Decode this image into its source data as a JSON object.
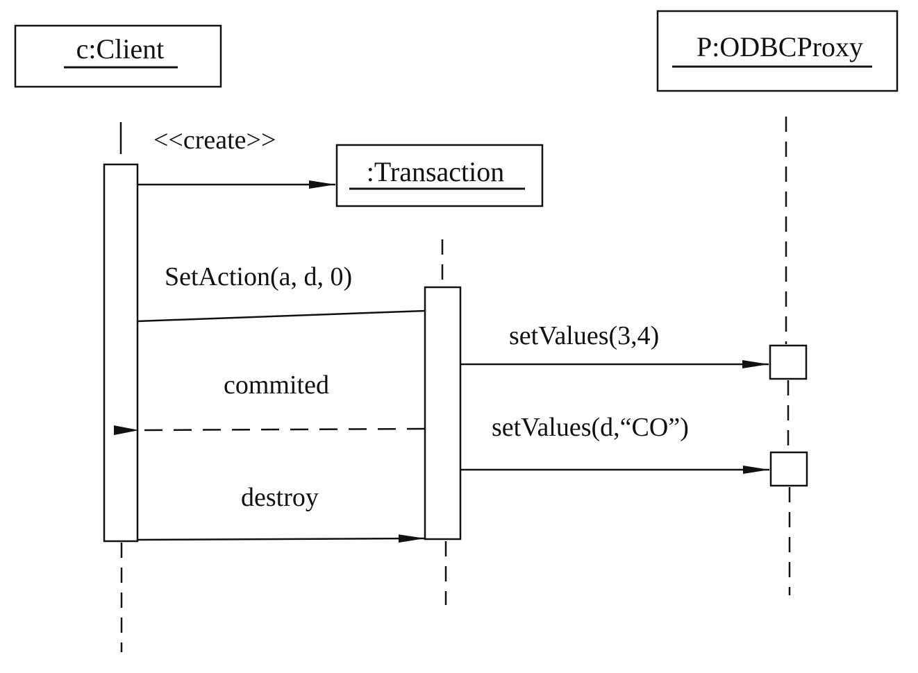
{
  "objects": {
    "client": {
      "label": "c:Client"
    },
    "transaction": {
      "label": ":Transaction"
    },
    "proxy": {
      "label": "P:ODBCProxy"
    }
  },
  "messages": {
    "create": {
      "label": "<<create>>"
    },
    "set_action": {
      "label": "SetAction(a, d, 0)"
    },
    "set_values_1": {
      "label": "setValues(3,4)"
    },
    "commited": {
      "label": "commited"
    },
    "set_values_2": {
      "label": "setValues(d,“CO”)"
    },
    "destroy": {
      "label": "destroy"
    }
  }
}
